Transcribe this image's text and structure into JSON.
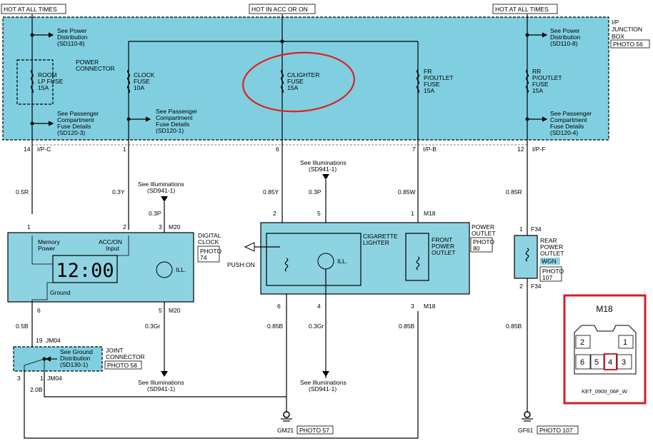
{
  "headers": {
    "hot_left": "HOT AT ALL TIMES",
    "hot_acc": "HOT IN ACC OR ON",
    "hot_right": "HOT AT ALL TIMES"
  },
  "junction_box": {
    "title_line1": "I/P",
    "title_line2": "JUNCTION",
    "title_line3": "BOX",
    "photo": "PHOTO 56",
    "power_connector_line1": "POWER",
    "power_connector_line2": "CONNECTOR",
    "see_power_left_1": "See Power",
    "see_power_left_2": "Distribution",
    "see_power_left_3": "(SD110-8)",
    "see_power_right_1": "See Power",
    "see_power_right_2": "Distribution",
    "see_power_right_3": "(SD110-8)",
    "see_pass_a_1": "See Passenger",
    "see_pass_a_2": "Compartment",
    "see_pass_a_3": "Fuse Details",
    "see_pass_a_4": "(SD120-3)",
    "see_pass_b_1": "See Passenger",
    "see_pass_b_2": "Compartment",
    "see_pass_b_3": "Fuse Details",
    "see_pass_b_4": "(SD120-1)",
    "see_pass_c_1": "See Passenger",
    "see_pass_c_2": "Compartment",
    "see_pass_c_3": "Fuse Details",
    "see_pass_c_4": "(SD120-4)",
    "fuses": [
      {
        "l1": "ROOM",
        "l2": "LP FUSE",
        "l3": "15A"
      },
      {
        "l1": "CLOCK",
        "l2": "FUSE",
        "l3": "10A"
      },
      {
        "l1": "C/LIGHTER",
        "l2": "FUSE",
        "l3": "15A"
      },
      {
        "l1": "FR",
        "l2": "P/OUTLET",
        "l3": "FUSE",
        "l4": "15A"
      },
      {
        "l1": "RR",
        "l2": "P/OUTLET",
        "l3": "FUSE",
        "l4": "15A"
      }
    ],
    "pins": {
      "p14": "14",
      "ipc": "I/P-C",
      "p1": "1",
      "p6": "6",
      "p7": "7",
      "ipb": "I/P-B",
      "p12": "12",
      "ipf": "I/P-F"
    }
  },
  "wires": {
    "w05r": "0.5R",
    "w03y": "0.3Y",
    "w085y": "0.85Y",
    "w03p_mid": "0.3P",
    "w085w": "0.85W",
    "w085r": "0.85R",
    "w03p_left": "0.3P",
    "w05b": "0.5B",
    "w03gr_left": "0.3Gr",
    "w085b_a": "0.85B",
    "w03gr_mid": "0.3Gr",
    "w085b_b": "0.85B",
    "w085b_c": "0.85B",
    "w20b": "2.0B"
  },
  "clock": {
    "title1": "DIGITAL",
    "title2": "CLOCK",
    "photo1": "PHOTO",
    "photo2": "74",
    "memory1": "Memory",
    "memory2": "Power",
    "acc1": "ACC/ON",
    "acc2": "Input",
    "display": "12:00",
    "ground": "Ground",
    "ill": "ILL.",
    "pin1": "1",
    "pin2": "2",
    "pin3": "3",
    "m20_top": "M20",
    "pin6": "6",
    "pin5": "5",
    "m20_bot": "M20",
    "see_ill_1": "See Illuminations",
    "see_ill_2": "(SD941-1)"
  },
  "outlet": {
    "title1": "POWER",
    "title2": "OUTLET",
    "photo1": "PHOTO",
    "photo2": "80",
    "cig1": "CIGARETTE",
    "cig2": "LIGHTER",
    "ill": "ILL.",
    "front1": "FRONT",
    "front2": "POWER",
    "front3": "OUTLET",
    "push": "PUSH:ON",
    "pin2": "2",
    "pin5": "5",
    "pin1": "1",
    "m18_top": "M18",
    "pin6": "6",
    "pin4": "4",
    "pin3": "3",
    "m18_bot": "M18",
    "see_ill_top_1": "See Illuminations",
    "see_ill_top_2": "(SD941-1)",
    "see_ill_bot_1": "See Illuminations",
    "see_ill_bot_2": "(SD941-1)"
  },
  "rear_outlet": {
    "title1": "REAR",
    "title2": "POWER",
    "title3": "OUTLET",
    "wgn": "WGN",
    "photo1": "PHOTO",
    "photo2": "107",
    "pin1": "1",
    "f34_top": "F34",
    "pin2": "2",
    "f34_bot": "F34"
  },
  "joint": {
    "title1": "JOINT",
    "title2": "CONNECTOR",
    "photo": "PHOTO 58",
    "see1": "See Ground",
    "see2": "Distribution",
    "see3": "(SD130-1)",
    "pin19": "19",
    "jm04_top": "JM04",
    "pin3": "3",
    "pin1": "1",
    "jm04_bot": "JM04",
    "see_ill_1": "See Illuminations",
    "see_ill_2": "(SD941-1)"
  },
  "grounds": {
    "gm21": "GM21",
    "gm21_photo": "PHOTO 57",
    "gf61": "GF61",
    "gf61_photo": "PHOTO 107"
  },
  "m18_connector": {
    "title": "M18",
    "pins": [
      "2",
      "1",
      "6",
      "5",
      "4",
      "3"
    ],
    "highlight_pin": "4",
    "part": "KET_090II_06F_W",
    "frame_color": "#d0202a"
  },
  "annotation_color": "#e02020"
}
